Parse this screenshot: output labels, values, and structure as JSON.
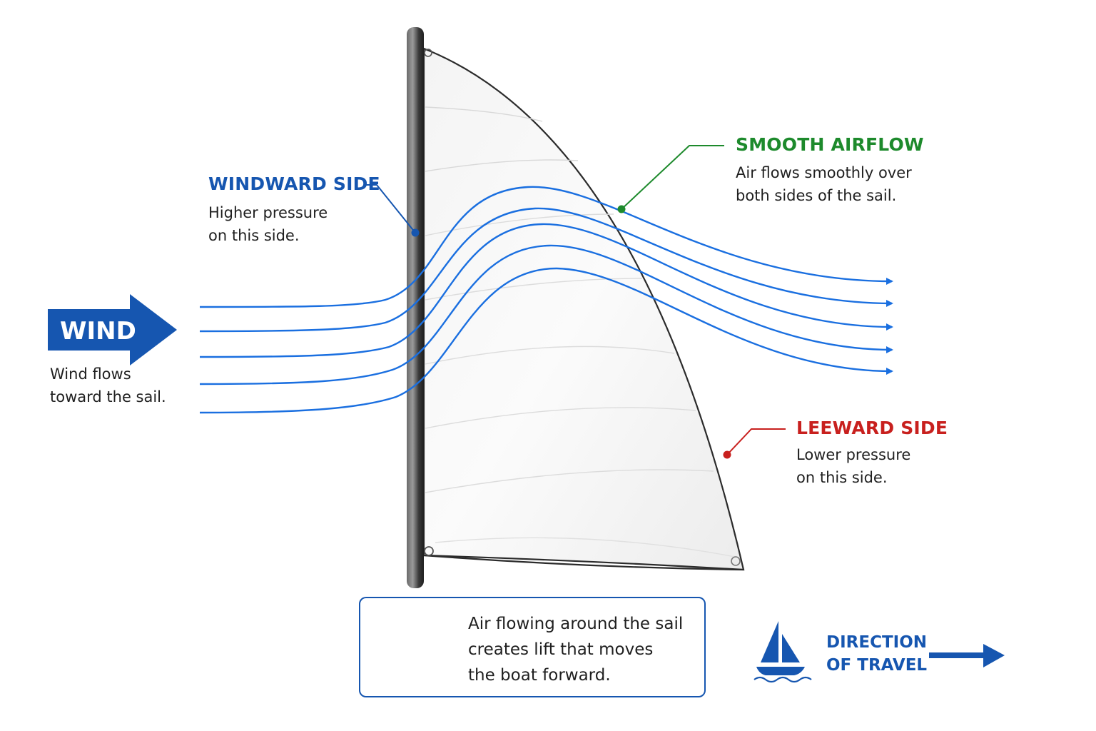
{
  "wind": {
    "label": "WIND",
    "description_line1": "Wind flows",
    "description_line2": "toward the sail."
  },
  "windward": {
    "title": "WINDWARD SIDE",
    "line1": "Higher pressure",
    "line2": "on this side."
  },
  "smooth_airflow": {
    "title": "SMOOTH AIRFLOW",
    "line1": "Air flows smoothly over",
    "line2": "both sides of the sail."
  },
  "leeward": {
    "title": "LEEWARD SIDE",
    "line1": "Lower pressure",
    "line2": "on this side."
  },
  "info_box": {
    "line1": "Air flowing around the sail",
    "line2": "creates lift that moves",
    "line3": "the boat forward."
  },
  "travel": {
    "line1": "DIRECTION",
    "line2": "OF TRAVEL"
  },
  "colors": {
    "blue": "#1656b0",
    "flow_blue": "#1a6fe0",
    "green": "#1d8a2c",
    "red": "#c8201e",
    "mast": "#3a3a3a"
  },
  "icons": [
    "wind-arrow-icon",
    "sailboat-icon",
    "sailboat-waves-icon",
    "right-arrow-icon"
  ]
}
